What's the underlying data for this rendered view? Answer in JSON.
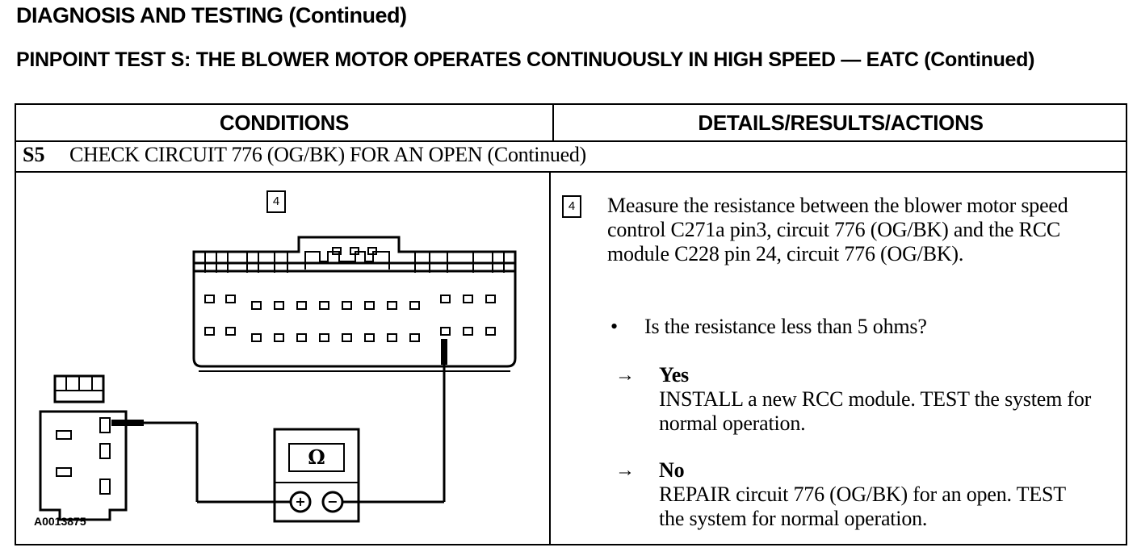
{
  "header": {
    "section_title": "DIAGNOSIS AND TESTING (Continued)",
    "test_title": "PINPOINT TEST S: THE BLOWER MOTOR OPERATES CONTINUOUSLY IN HIGH SPEED — EATC (Continued)"
  },
  "table": {
    "col_conditions": "CONDITIONS",
    "col_details": "DETAILS/RESULTS/ACTIONS",
    "step_id": "S5",
    "step_title": "CHECK CIRCUIT 776 (OG/BK) FOR AN OPEN (Continued)"
  },
  "conditions": {
    "step_marker": "4",
    "meter_symbol": "Ω",
    "plus_symbol": "+",
    "minus_symbol": "−",
    "figure_id": "A0013875"
  },
  "details": {
    "step_marker": "4",
    "instruction": "Measure the resistance between the blower motor speed control C271a pin3, circuit 776 (OG/BK) and the RCC module C228 pin 24, circuit 776 (OG/BK).",
    "bullet": "•",
    "question": "Is the resistance less than 5 ohms?",
    "arrow": "→",
    "yes_label": "Yes",
    "yes_action": "INSTALL a new RCC module. TEST the system for normal operation.",
    "no_label": "No",
    "no_action": "REPAIR circuit 776 (OG/BK) for an open. TEST the system for normal operation."
  }
}
